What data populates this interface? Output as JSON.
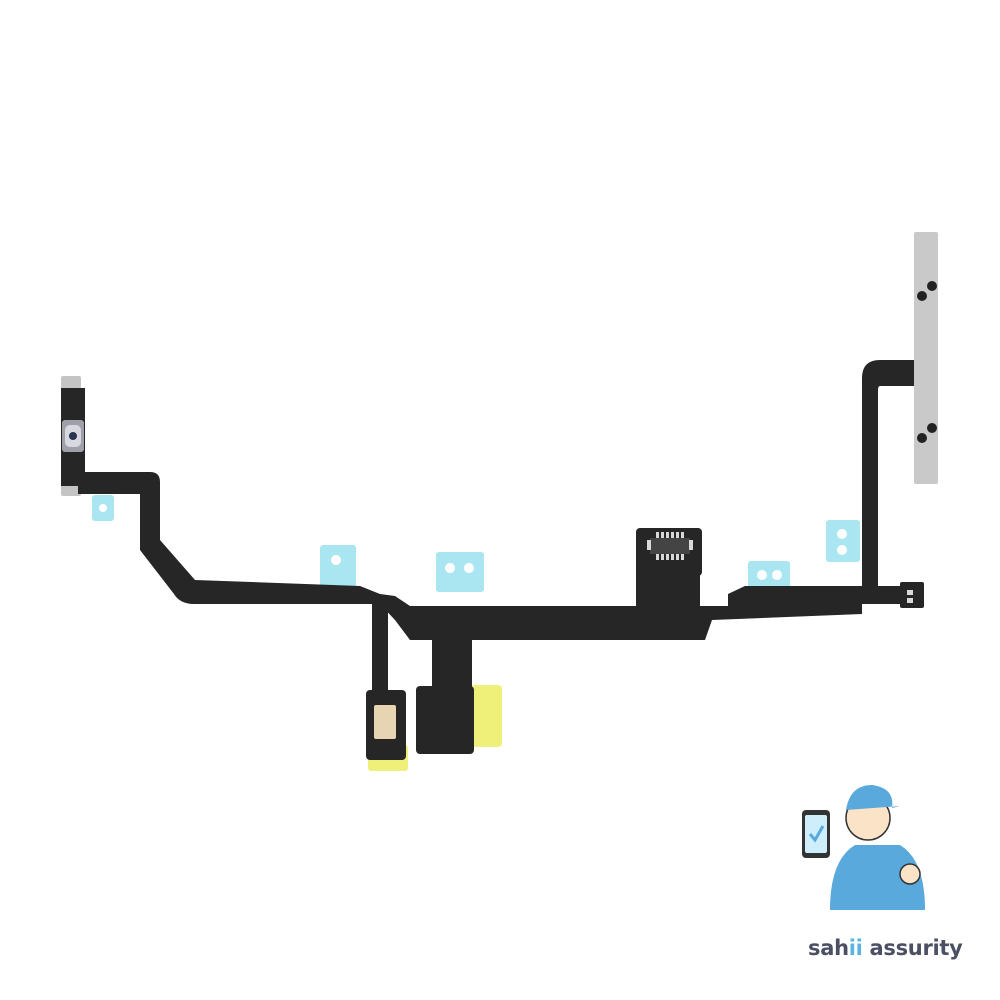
{
  "image": {
    "subject": "Power and volume button flex cable",
    "background": "#ffffff"
  },
  "colors": {
    "flex": "#262626",
    "flex_edge": "#1a1a1a",
    "adhesive_blue": "#a9e6f2",
    "adhesive_yellow": "#eef07a",
    "bracket": "#c9c9c9",
    "logo_text": "#4a4f63",
    "logo_accent": "#5bb3e0",
    "shirt": "#5aa9dc",
    "cap": "#5aa9dc",
    "skin": "#fbe3c8"
  },
  "watermark": {
    "brand_prefix": "sah",
    "brand_accent": "ii",
    "brand_suffix": " assurity"
  }
}
